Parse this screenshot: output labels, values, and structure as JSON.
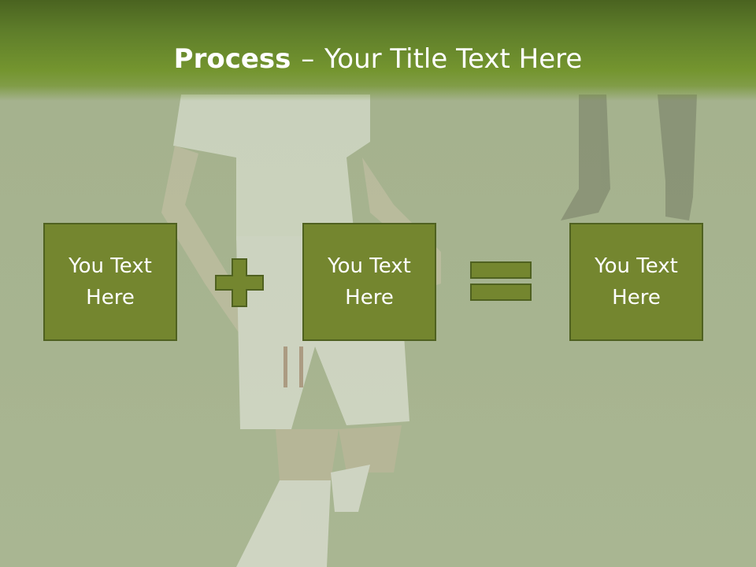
{
  "slide": {
    "title_bold": "Process",
    "title_dash": "–",
    "title_rest": "Your Title Text Here",
    "boxes": [
      {
        "label": "You Text\nHere"
      },
      {
        "label": "You Text\nHere"
      },
      {
        "label": "You Text\nHere"
      }
    ],
    "operators": [
      "plus-icon",
      "equals-icon"
    ]
  },
  "colors": {
    "header": "#5e7d2a",
    "box_fill": "#74862f",
    "box_border": "#4f6120",
    "background_grass": "#a9b593"
  }
}
